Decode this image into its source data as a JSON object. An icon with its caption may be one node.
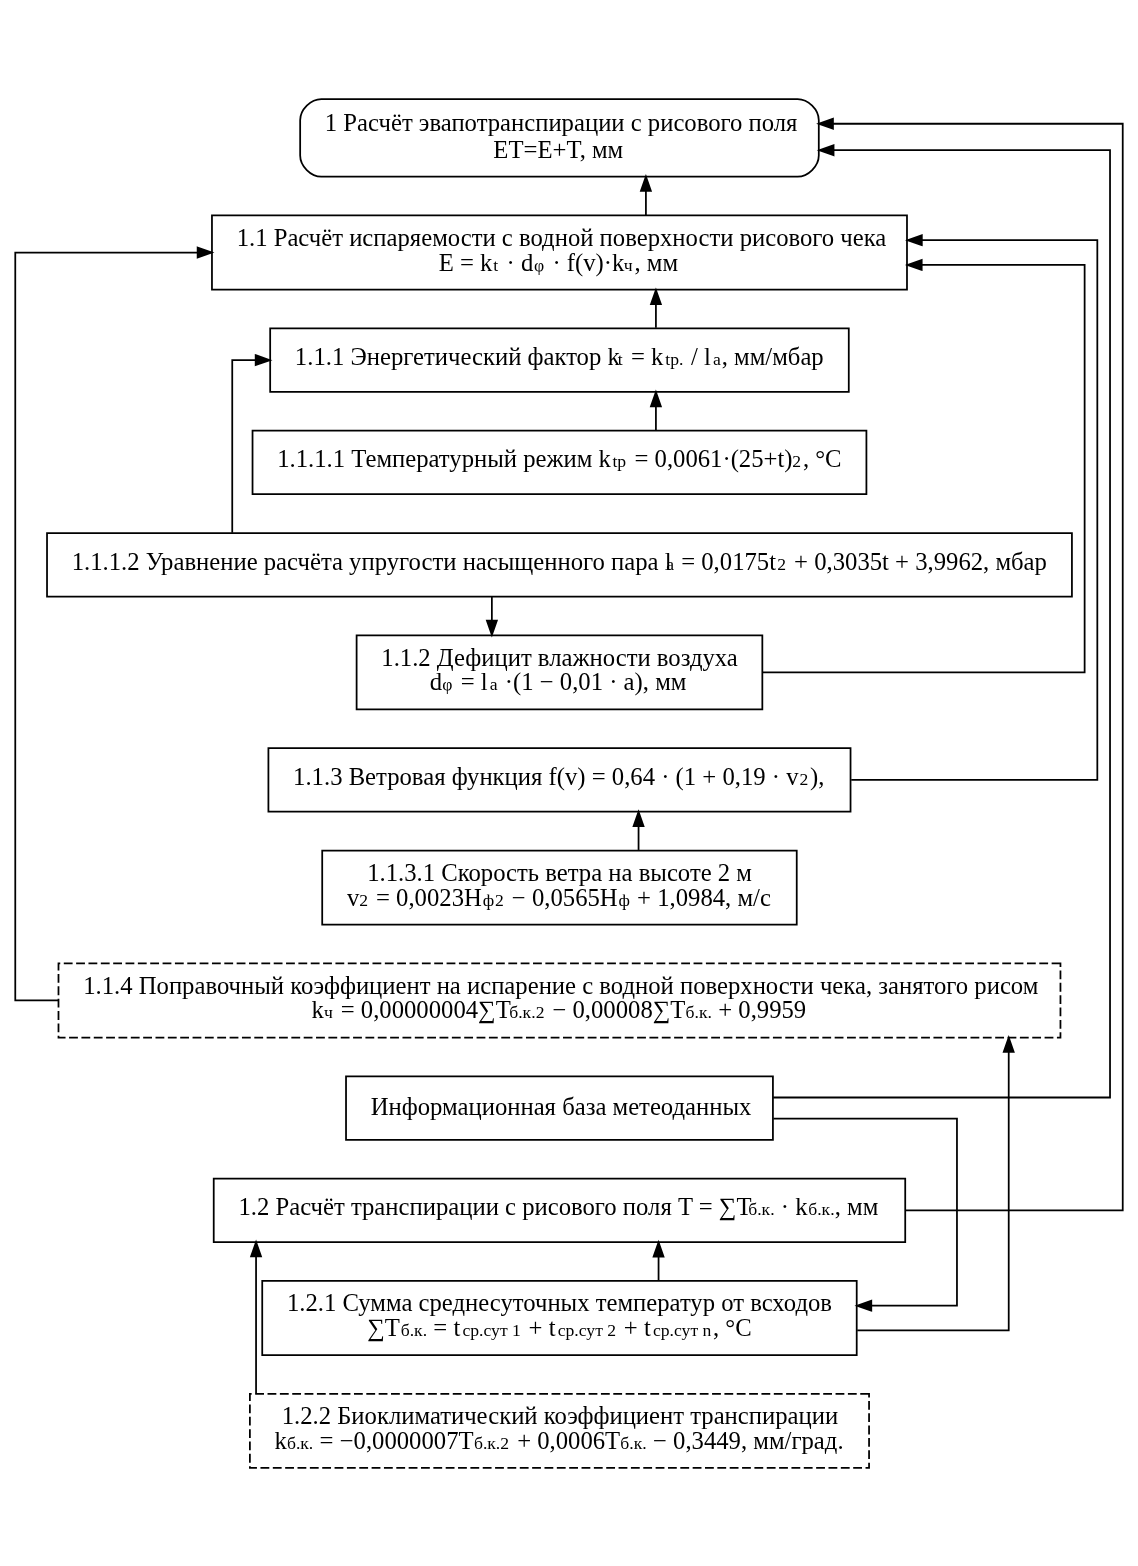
{
  "diagram": {
    "nodes": [
      {
        "text": [
          "1 Расчёт эвапотранспирации с рисового поля",
          "ET=E+T, мм"
        ]
      },
      {
        "text": [
          "1.1 Расчёт испаряемости с водной поверхности рисового чека",
          "E = k$_{t}$ · d$_{φ}$ · f(v)·k$_{ч}$, мм"
        ]
      },
      {
        "text": [
          "1.1.1 Энергетический фактор k$_{t}$ = k$_{tp.}$ / l$_{a}$, мм/мбар"
        ]
      },
      {
        "text": [
          "1.1.1.1 Температурный режим k$_{tp}$ = 0,0061·(25+t)$^{2}$, °C"
        ]
      },
      {
        "text": [
          "1.1.1.2 Уравнение расчёта упругости насыщенного пара l$_{a}$ = 0,0175t$^{2}$ + 0,3035t + 3,9962, мбар"
        ]
      },
      {
        "text": [
          "1.1.2 Дефицит влажности воздуха",
          "d$_{φ}$ = l$_{a}$ ·(1 − 0,01 · a), мм"
        ]
      },
      {
        "text": [
          "1.1.3 Ветровая функция f(v) = 0,64 · (1 + 0,19 · v$_{2}$),"
        ]
      },
      {
        "text": [
          "1.1.3.1 Скорость ветра на высоте 2 м",
          "v$_{2}$ = 0,0023H$_{ф}$$^{2}$ − 0,0565H$_{ф}$ + 1,0984, м/с"
        ]
      },
      {
        "text": [
          "1.1.4 Поправочный коэффициент на испарение с водной поверхности чека, занятого рисом",
          "k$_{ч}$ = 0,00000004∑T$_{б.к.}$$^{2}$ − 0,00008∑T$_{б.к.}$ + 0,9959"
        ]
      },
      {
        "text": [
          "Информационная база метеоданных"
        ]
      },
      {
        "text": [
          "1.2 Расчёт транспирации с рисового поля T = ∑T$_{б.к.}$ · k$_{б.к.}$, мм"
        ]
      },
      {
        "text": [
          "1.2.1 Сумма среднесуточных температур от всходов",
          "∑T$_{б.к.}$ = t$_{ср.сут 1}$ + t$_{ср.сут 2}$ + t$_{ср.сут n}$, °C"
        ]
      },
      {
        "text": [
          "1.2.2 Биоклиматический коэффициент транспирации",
          "k$_{б.к.}$ = −0,0000007T$_{б.к.}$$^{2}$ + 0,0006T$_{б.к.}$ − 0,3449, мм/град."
        ]
      }
    ],
    "edges": [
      {
        "from": 1,
        "to": 0,
        "arrow": "to"
      },
      {
        "from": 10,
        "to": 0,
        "arrow": "to"
      },
      {
        "from": 9,
        "to": 0,
        "arrow": "to"
      },
      {
        "from": 2,
        "to": 1,
        "arrow": "to"
      },
      {
        "from": 5,
        "to": 1,
        "arrow": "to"
      },
      {
        "from": 6,
        "to": 1,
        "arrow": "to"
      },
      {
        "from": 8,
        "to": 1,
        "arrow": "to"
      },
      {
        "from": 3,
        "to": 2,
        "arrow": "to"
      },
      {
        "from": 4,
        "to": 2,
        "arrow": "to"
      },
      {
        "from": 4,
        "to": 5,
        "arrow": "to"
      },
      {
        "from": 7,
        "to": 6,
        "arrow": "to"
      },
      {
        "from": 11,
        "to": 8,
        "arrow": "to"
      },
      {
        "from": 9,
        "to": 11,
        "arrow": "to"
      },
      {
        "from": 11,
        "to": 10,
        "arrow": "to"
      },
      {
        "from": 12,
        "to": 10,
        "arrow": "to"
      }
    ]
  }
}
